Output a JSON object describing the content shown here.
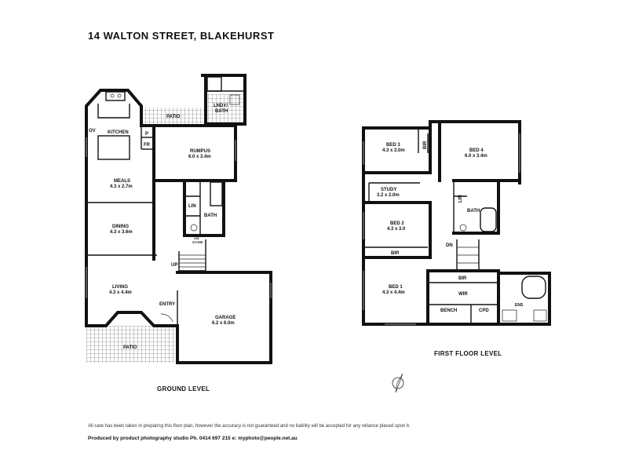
{
  "header": {
    "title": "14 WALTON STREET, BLAKEHURST"
  },
  "levels": {
    "ground": "GROUND LEVEL",
    "first": "FIRST FLOOR LEVEL"
  },
  "ground_rooms": {
    "kitchen": "KITCHEN",
    "ov": "OV",
    "p": "P",
    "fr": "FR",
    "patio_top": "PATIO",
    "lndy": "LNDY/",
    "bath_lndy": "BATH",
    "rumpus": "RUMPUS",
    "rumpus_dim": "6.0 x 3.4m",
    "meals": "MEALS",
    "meals_dim": "4.3 x 2.7m",
    "lin": "LIN",
    "bath": "BATH",
    "dining": "DINING",
    "dining_dim": "4.3 x 3.6m",
    "u_s": "U/S",
    "storage": "STORE",
    "up": "UP",
    "living": "LIVING",
    "living_dim": "4.3 x 4.4m",
    "entry": "ENTRY",
    "garage": "GARAGE",
    "garage_dim": "6.2 x 6.0m",
    "patio_bottom": "PATIO"
  },
  "first_rooms": {
    "bed3": "BED 3",
    "bed3_dim": "4.3 x 3.0m",
    "bir_v": "BIR",
    "bed4": "BED 4",
    "bed4_dim": "6.0 x 3.4m",
    "study": "STUDY",
    "study_dim": "3.2 x 2.0m",
    "lin": "LIN",
    "bath": "BATH",
    "bed2": "BED 2",
    "bed2_dim": "4.3 x 3.0",
    "bir_bed2": "BIR",
    "dn": "DN",
    "bir_bed1": "BIR",
    "bed1": "BED 1",
    "bed1_dim": "4.3 x 4.4m",
    "wir": "WIR",
    "bench": "BENCH",
    "cpd": "CPD",
    "ens": "ENS"
  },
  "footer": {
    "disclaimer": "All care has been taken in preparing this floor plan, however the accuracy is not guaranteed and no liability will be accepted for any reliance placed upon it.",
    "producer": "Produced by product photography studio Ph. 0414 697 215 e: myphoto@people.net.au"
  },
  "icons": {
    "compass": "north-arrow-icon"
  },
  "colors": {
    "walls": "#111111",
    "tiles": "#555555",
    "background": "#ffffff"
  }
}
